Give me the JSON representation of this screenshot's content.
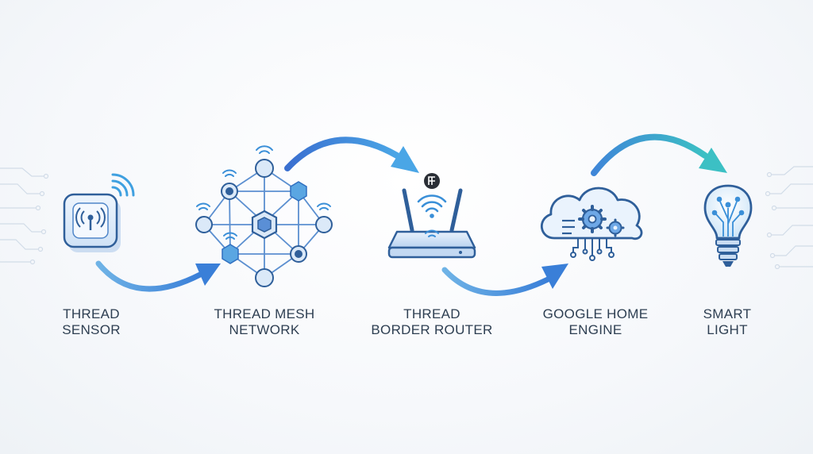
{
  "steps": [
    {
      "id": "thread-sensor",
      "line1": "THREAD",
      "line2": "SENSOR",
      "icon": "sensor-icon"
    },
    {
      "id": "thread-mesh-network",
      "line1": "THREAD MESH",
      "line2": "NETWORK",
      "icon": "mesh-network-icon"
    },
    {
      "id": "thread-border-router",
      "line1": "THREAD",
      "line2": "BORDER ROUTER",
      "icon": "router-icon"
    },
    {
      "id": "google-home-engine",
      "line1": "GOOGLE HOME",
      "line2": "ENGINE",
      "icon": "cloud-gear-icon"
    },
    {
      "id": "smart-light",
      "line1": "SMART",
      "line2": "LIGHT",
      "icon": "lightbulb-icon"
    }
  ],
  "colors": {
    "arrow_dark": "#3a7fd8",
    "arrow_light": "#5fb4e8",
    "arrow_teal": "#3cc0c4",
    "icon_stroke": "#2f5f9a",
    "icon_fill": "#dbe9f8",
    "node_fill": "#c9dcf2",
    "mesh_line": "#5b8fd0",
    "text": "#2e3f52"
  }
}
